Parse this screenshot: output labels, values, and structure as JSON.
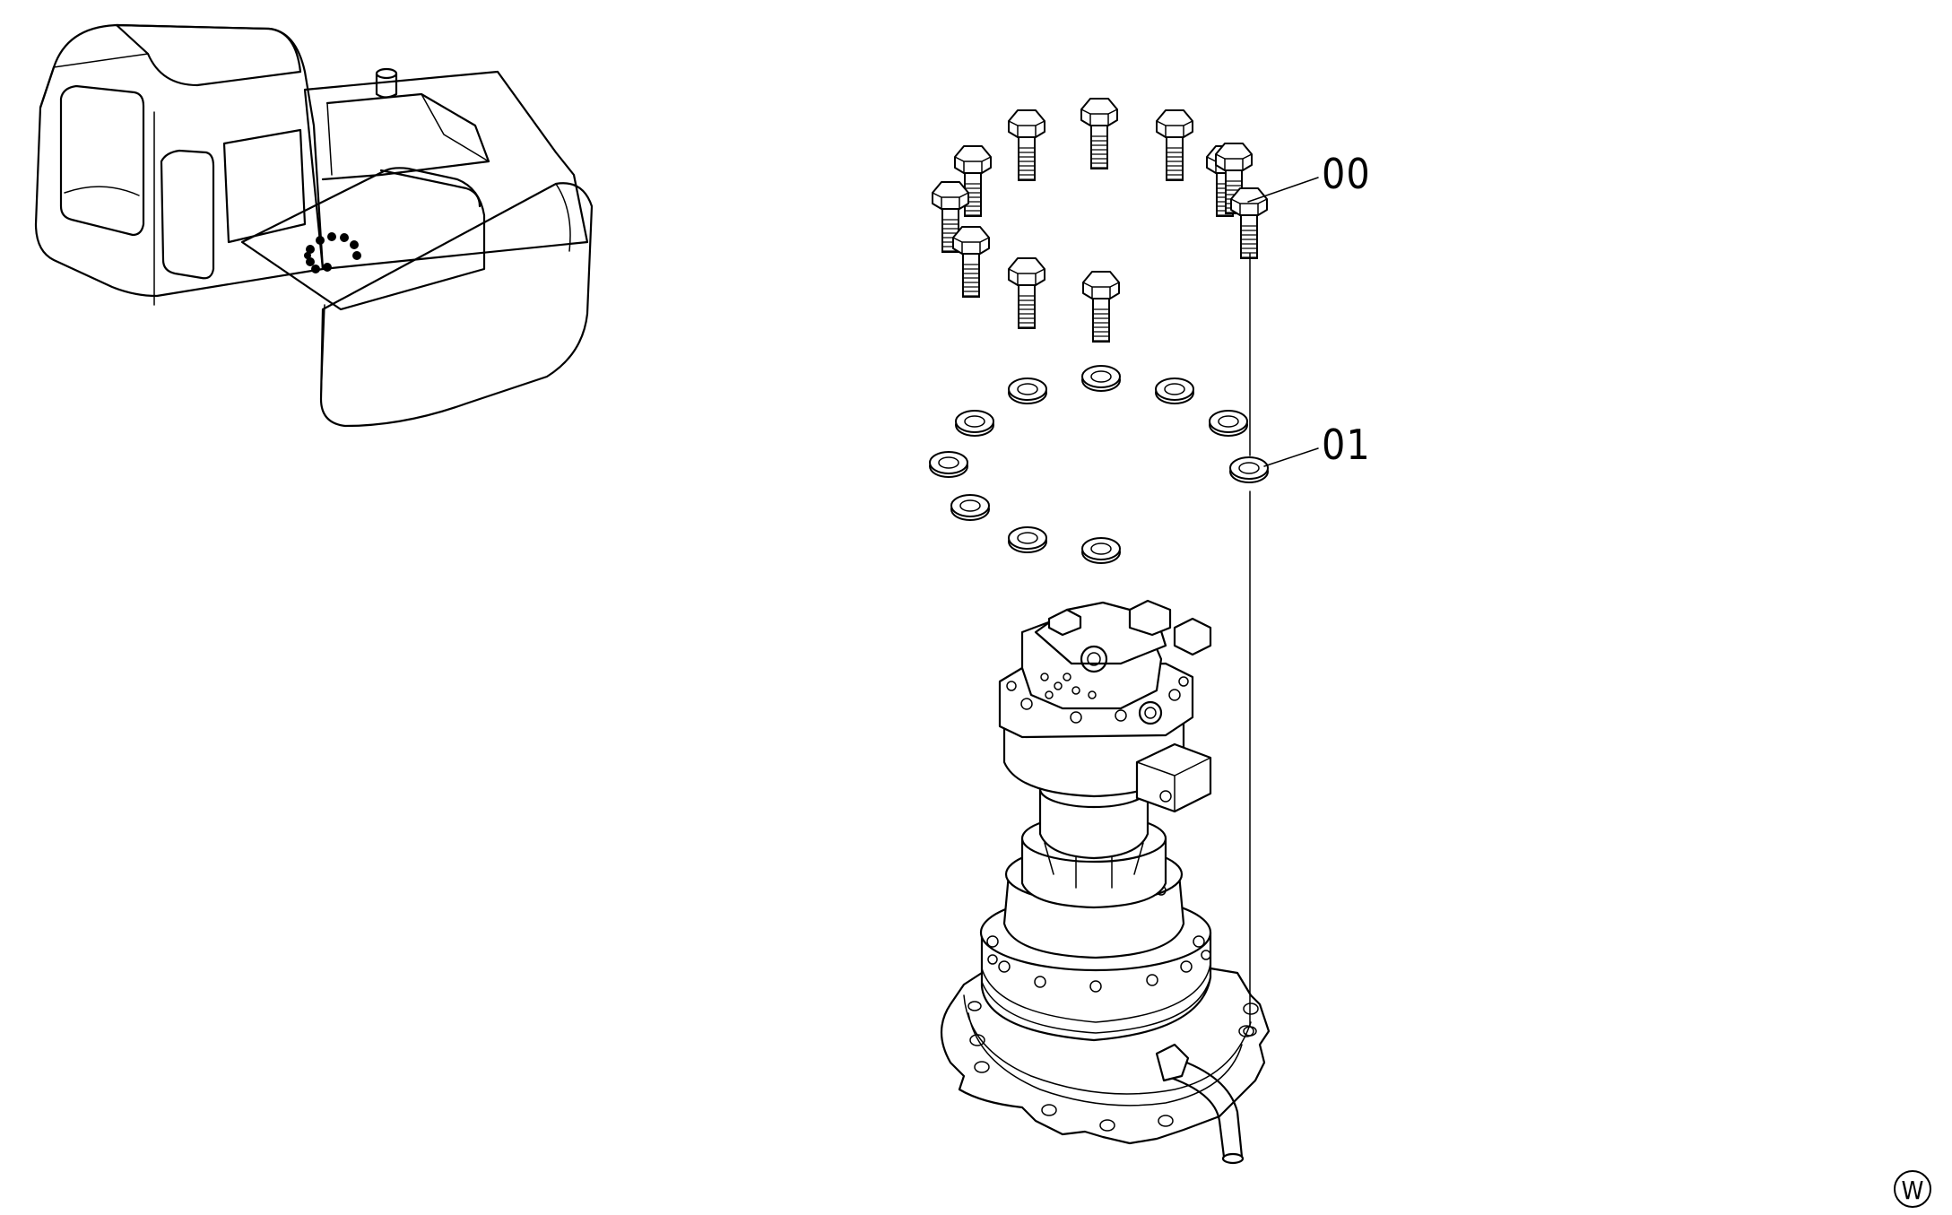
{
  "callouts": [
    {
      "label": "00",
      "part": "bolt"
    },
    {
      "label": "01",
      "part": "washer"
    }
  ],
  "corner_mark": "W",
  "icons": {
    "overview": "excavator-overview-icon",
    "bolt": "bolt-icon",
    "washer": "washer-icon",
    "assembly": "swing-motor-assembly-icon"
  }
}
